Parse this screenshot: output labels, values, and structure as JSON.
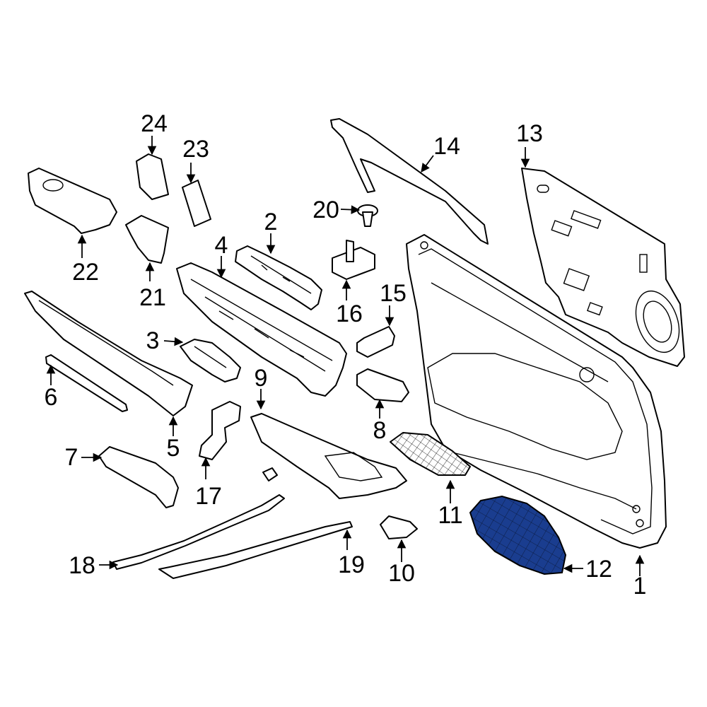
{
  "diagram": {
    "highlight_color": "#1a3d8f",
    "callouts": [
      "1",
      "2",
      "3",
      "4",
      "5",
      "6",
      "7",
      "8",
      "9",
      "10",
      "11",
      "12",
      "13",
      "14",
      "15",
      "16",
      "17",
      "18",
      "19",
      "20",
      "21",
      "22",
      "23",
      "24"
    ]
  }
}
